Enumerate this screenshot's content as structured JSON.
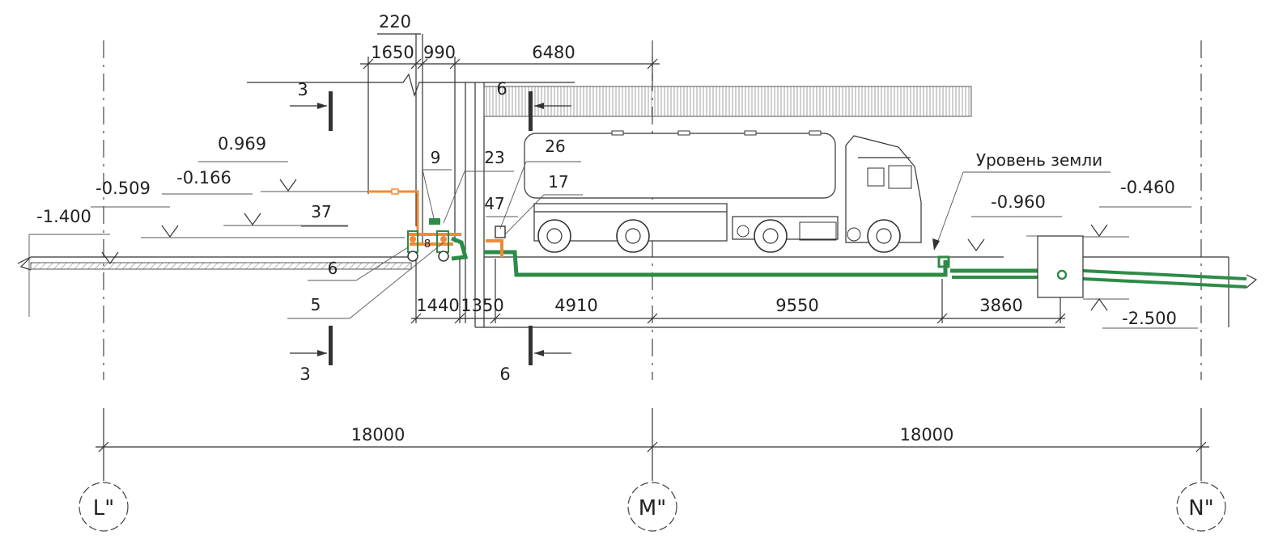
{
  "dimensions_top": {
    "d220": "220",
    "d1650": "1650",
    "d990": "990",
    "d6480": "6480"
  },
  "dimensions_bottom": {
    "d1440": "1440",
    "d1350": "1350",
    "d4910": "4910",
    "d9550": "9550",
    "d3860": "3860"
  },
  "axis_spacing": {
    "left": "18000",
    "right": "18000"
  },
  "axes": [
    "L\"",
    "M\"",
    "N\""
  ],
  "section_marks": {
    "left_top": "3",
    "left_bottom": "3",
    "right_top": "6",
    "right_bottom": "6"
  },
  "elevations": {
    "e0969": "0.969",
    "e0166": "-0.166",
    "e0509": "-0.509",
    "e1400": "-1.400",
    "e0960": "-0.960",
    "e0460": "-0.460",
    "e2500": "-2.500"
  },
  "callouts": {
    "c9": "9",
    "c23": "23",
    "c26": "26",
    "c17": "17",
    "c37": "37",
    "c47": "47",
    "c6": "6",
    "c5": "5",
    "c8": "8"
  },
  "ground_level_label": "Уровень земли",
  "colors": {
    "pipe_green": "#2e8b47",
    "pipe_orange": "#f08a36",
    "line": "#333333"
  }
}
